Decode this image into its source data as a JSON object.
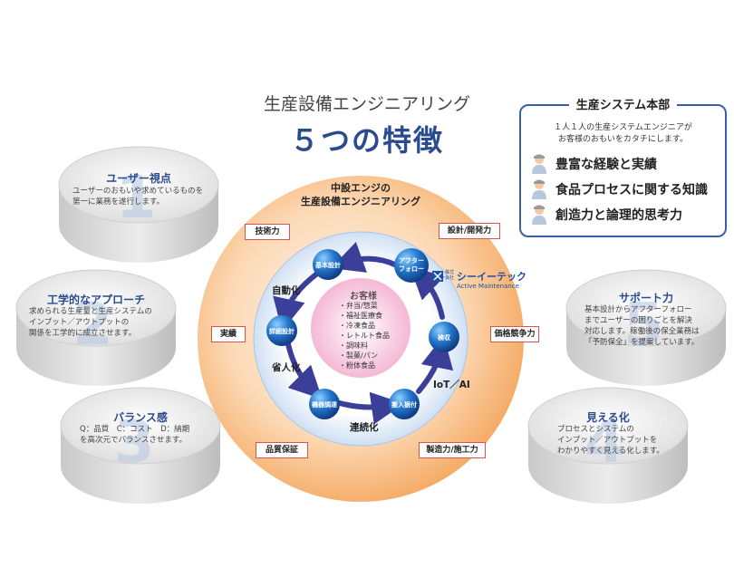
{
  "header": {
    "subtitle": "生産設備エンジニアリング",
    "title": "５つの特徴"
  },
  "hq": {
    "title": "生産システム本部",
    "desc_line1": "１人１人の生産システムエンジニアが",
    "desc_line2": "お客様のおもいをカタチにします。",
    "items": [
      "豊富な経験と実績",
      "食品プロセスに関する知識",
      "創造力と論理的思考力"
    ]
  },
  "features": [
    {
      "number": "1",
      "title": "ユーザー視点",
      "lines": [
        "ユーザーのおもいや求めているものを",
        "第一に業務を遂行します。"
      ]
    },
    {
      "number": "2",
      "title": "工学的なアプローチ",
      "lines": [
        "求められる生産量と生産システムの",
        "インプット／アウトプットの",
        "関係を工学的に成立させます。"
      ]
    },
    {
      "number": "3",
      "title": "バランス感",
      "lines": [
        "Q：品質　C：コスト　D：納期",
        "を高次元でバランスさせます。"
      ]
    },
    {
      "number": "4",
      "title": "見える化",
      "lines": [
        "プロセスとシステムの",
        "インプット／アウトプットを",
        "わかりやすく見える化します。"
      ]
    },
    {
      "number": "5",
      "title": "サポート力",
      "lines": [
        "基本設計からアフターフォロー",
        "までユーザーの困りごとを解決",
        "対応します。稼働後の保全業務は",
        "「予防保全」を提案しています。"
      ]
    }
  ],
  "center": {
    "heading_line1": "中設エンジの",
    "heading_line2": "生産設備エンジニアリング",
    "tags": {
      "tech": "技術力",
      "design": "設計/開発力",
      "record": "実績",
      "price": "価格競争力",
      "quality": "品質保証",
      "build": "製造力/施工力"
    },
    "nodes": {
      "basic": "基本設計",
      "after_l1": "アフター",
      "after_l2": "フォロー",
      "detail": "詳細設計",
      "inspect": "検収",
      "procure": "機器調達",
      "install": "搬入据付"
    },
    "labels": {
      "automation": "自動化",
      "labor": "省人化",
      "continuous": "連続化",
      "iot": "IoT／AI"
    },
    "customer_title": "お客様",
    "customers": [
      "・弁当/惣菜",
      "・福祉医療食",
      "・冷凍食品",
      "・レトルト食品",
      "・調味料",
      "・製菓/パン",
      "・粉体食品"
    ],
    "logo_kaisha": "株式\n会社",
    "logo_name": "シーイーテック",
    "logo_sub": "Active Maintenance"
  },
  "colors": {
    "accent_blue": "#2a4b8d",
    "orange": "#f7a35c",
    "tag_border": "#d9534f",
    "arrow": "#3b3f9a"
  }
}
